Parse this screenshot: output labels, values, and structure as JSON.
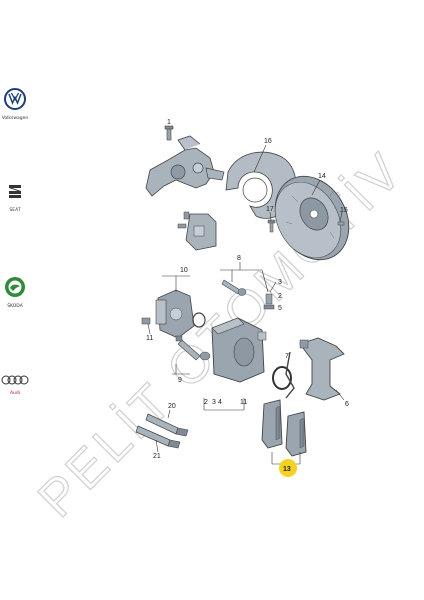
{
  "brands": {
    "vw": {
      "caption": "Volkswagen",
      "icon": "vw-logo-icon",
      "color": "#1c3f7a"
    },
    "seat": {
      "caption": "SEAT",
      "icon": "seat-logo-icon",
      "color": "#333333"
    },
    "skoda": {
      "caption": "ŠKODA",
      "icon": "skoda-logo-icon",
      "color": "#2f8a3a"
    },
    "audi": {
      "caption": "Audi",
      "icon": "audi-logo-icon",
      "color": "#c0121a"
    }
  },
  "watermark": {
    "text": "PELİT OTOMOTİV",
    "color": "#d8d8d8"
  },
  "callouts": {
    "c1": "1",
    "c2": "2",
    "c3": "3",
    "c4": "4",
    "c5": "5",
    "c6": "6",
    "c7": "7",
    "c8": "8",
    "c9": "9",
    "c10": "10",
    "c11a": "11",
    "c11b": "11",
    "c13": "13",
    "c14": "14",
    "c15": "15",
    "c16": "16",
    "c17": "17",
    "c20": "20",
    "c21": "21"
  },
  "highlight": {
    "part": "13",
    "color": "#f5d21f"
  },
  "part_color": "#8e9aa5"
}
